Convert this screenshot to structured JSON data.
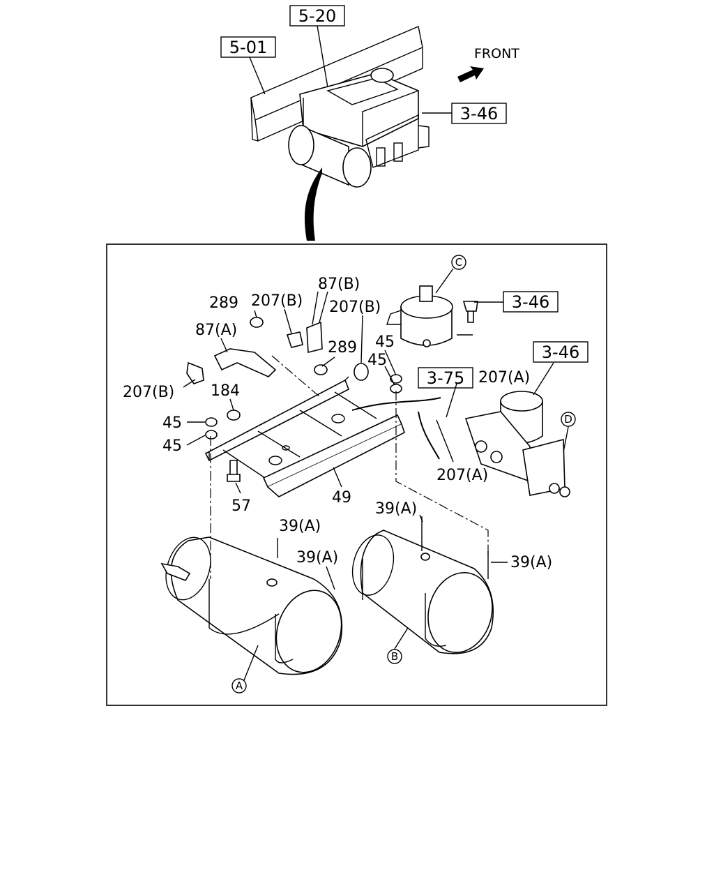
{
  "overview": {
    "refs": [
      "5-20",
      "5-01",
      "3-46"
    ],
    "front_label": "FRONT"
  },
  "detail": {
    "refs": {
      "ref_346_bolt": "3-46",
      "ref_346_dryer": "3-46",
      "ref_375": "3-75"
    },
    "labels": {
      "p87b_top": "87(B)",
      "p289_left": "289",
      "p207b_a": "207(B)",
      "p207b_b": "207(B)",
      "p87a": "87(A)",
      "p289_mid": "289",
      "p45_a": "45",
      "p45_b": "45",
      "p207a_top": "207(A)",
      "p207b_left": "207(B)",
      "p184": "184",
      "p45_c": "45",
      "p45_d": "45",
      "p57": "57",
      "p49": "49",
      "p207a_bottom": "207(A)",
      "p39a_1": "39(A)",
      "p39a_2": "39(A)",
      "p39a_3": "39(A)",
      "p39a_4": "39(A)"
    },
    "callouts": {
      "A": "A",
      "B": "B",
      "C": "C",
      "D": "D"
    }
  }
}
